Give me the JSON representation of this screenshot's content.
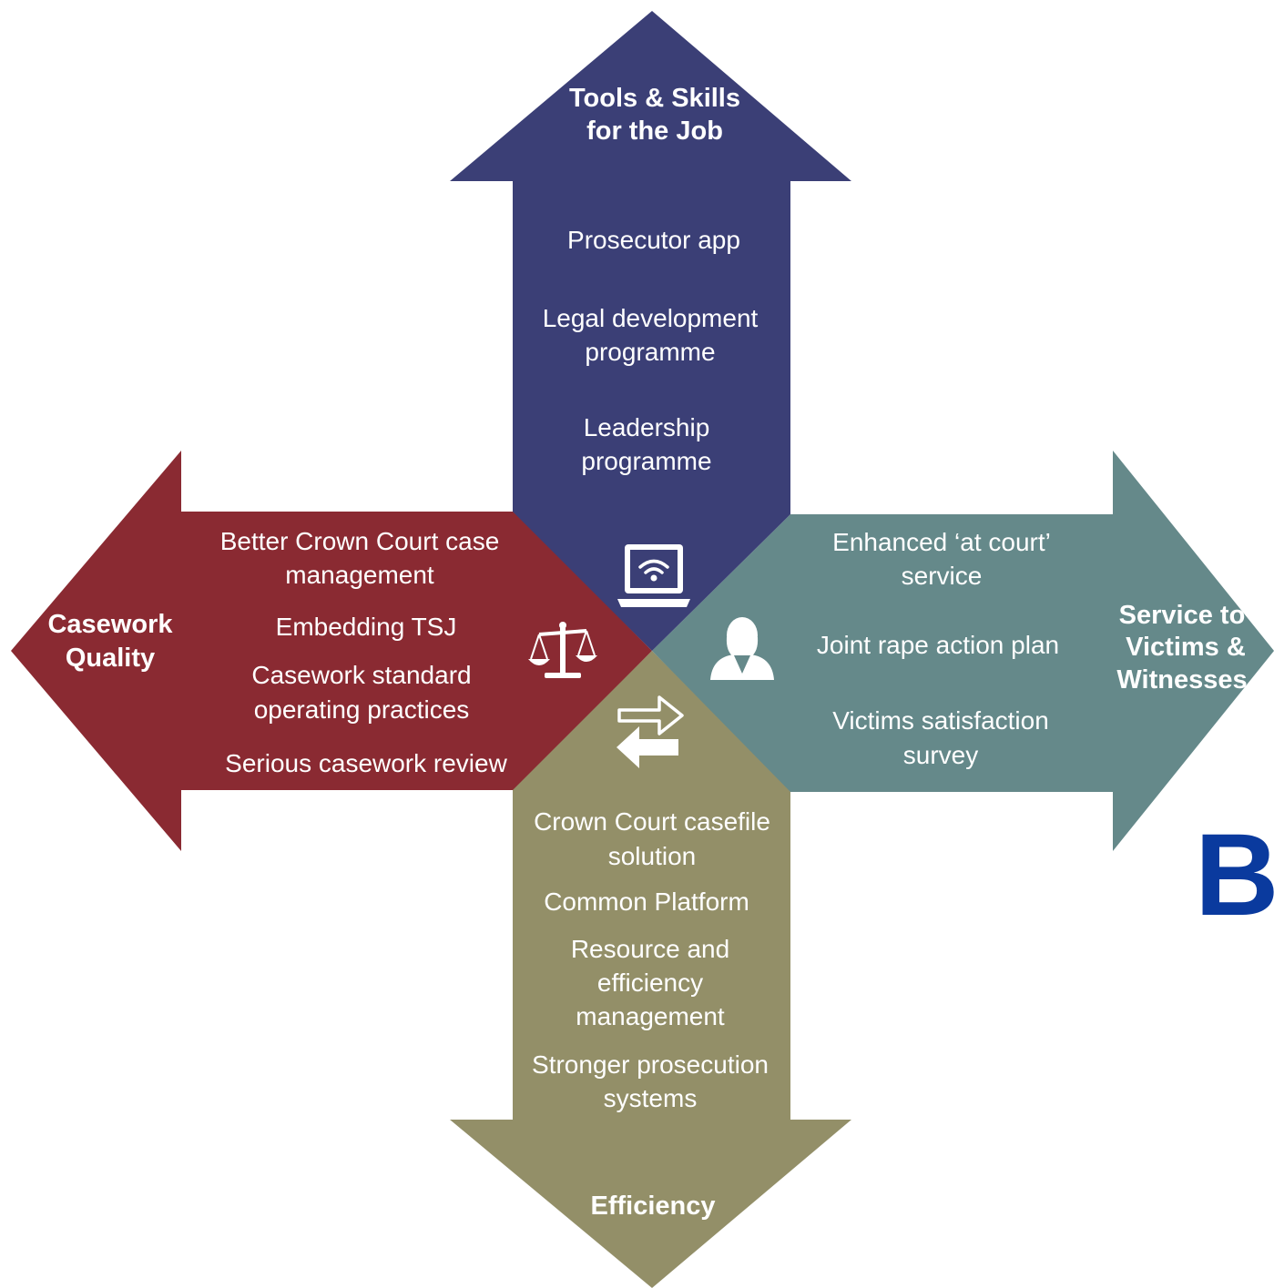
{
  "colors": {
    "top": "#3b3f76",
    "left": "#8a2a32",
    "right": "#65898a",
    "bottom": "#938f68",
    "partial_text": "#0a3a9e"
  },
  "top": {
    "title": [
      "Tools & Skills",
      "for the Job"
    ],
    "items": [
      "Prosecutor app",
      "Legal development",
      "programme",
      "Leadership",
      "programme"
    ],
    "icon": "laptop-wifi-icon"
  },
  "left": {
    "title": [
      "Casework",
      "Quality"
    ],
    "items": [
      "Better Crown Court case",
      "management",
      "Embedding TSJ",
      "Casework standard",
      "operating practices",
      "Serious casework review"
    ],
    "icon": "scales-of-justice-icon"
  },
  "right": {
    "title": [
      "Service to",
      "Victims &",
      "Witnesses"
    ],
    "items": [
      "Enhanced ‘at court’",
      "service",
      "Joint rape action plan",
      "Victims satisfaction",
      "survey"
    ],
    "icon": "person-icon"
  },
  "bottom": {
    "title": [
      "Efficiency"
    ],
    "items": [
      "Crown Court casefile",
      "solution",
      "Common Platform",
      "Resource and",
      "efficiency",
      "management",
      "Stronger prosecution",
      "systems"
    ],
    "icon": "exchange-arrows-icon"
  },
  "partial_text": "Bu"
}
